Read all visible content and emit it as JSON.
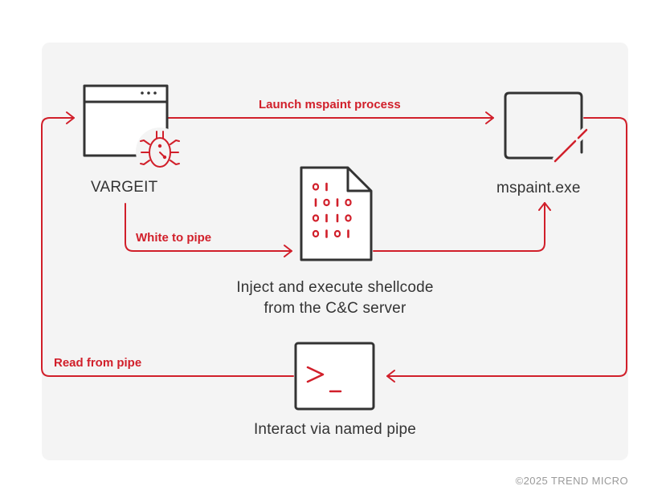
{
  "colors": {
    "accent": "#d11f2a",
    "icon_stroke": "#333333",
    "panel_bg": "#f4f4f4"
  },
  "nodes": {
    "vargeit": {
      "label": "VARGEIT",
      "icon": "browser-window-with-bug-icon"
    },
    "mspaint": {
      "label": "mspaint.exe",
      "icon": "paint-window-icon"
    },
    "shellcode": {
      "line1": "Inject and execute shellcode",
      "line2": "from the C&C server",
      "icon": "binary-file-icon"
    },
    "pipe": {
      "label": "Interact via named pipe",
      "icon": "terminal-icon"
    }
  },
  "edges": {
    "launch": "Launch mspaint process",
    "write": "White to pipe",
    "read": "Read from pipe"
  },
  "file_bits": [
    "0 1",
    "1 0 1 0",
    "0 1 1 0",
    "0 1 0 1"
  ],
  "terminal_prompt": ">_",
  "footer": {
    "copyright": "©2025 TREND MICRO"
  }
}
